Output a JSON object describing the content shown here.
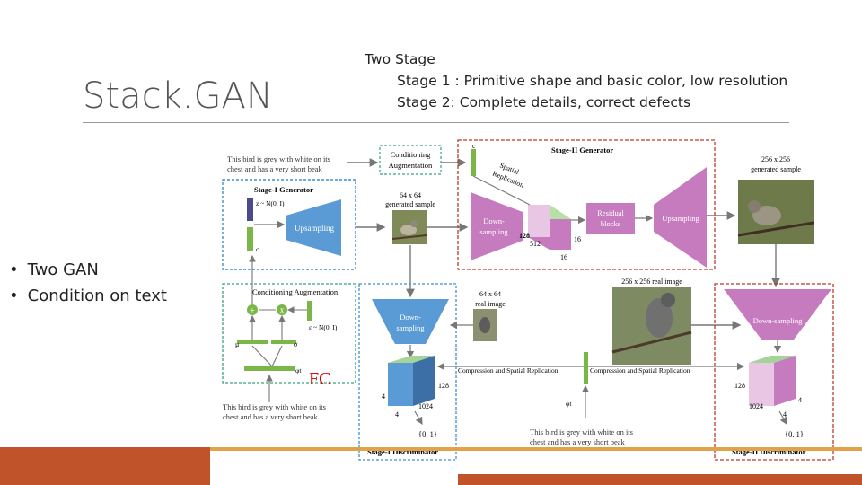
{
  "slide": {
    "title": "Stack.GAN",
    "description": [
      "Two Stage",
      "Stage 1 : Primitive shape and basic color, low resolution",
      "Stage 2: Complete details, correct defects"
    ],
    "bullets": [
      "Two GAN",
      "Condition on text"
    ],
    "fc_label": "FC"
  },
  "diagram": {
    "text_top": [
      "This bird is grey with white on its",
      "chest and has a very short beak"
    ],
    "text_bottom_left": [
      "This bird is grey with white on its",
      "chest and has a very short beak"
    ],
    "text_bottom_mid": [
      "This bird is grey with white on its",
      "chest and has a very short beak"
    ],
    "conditioning_box": [
      "Conditioning",
      "Augmentation"
    ],
    "stage1_generator": "Stage-I Generator",
    "z_label": "z ~ N(0, I)",
    "c_label_gen1": "c",
    "upsampling_1": "Upsampling",
    "conditioning_augmentation": "Conditioning Augmentation",
    "plus_symbol": "+",
    "times_symbol": "x",
    "epsilon_label": "ε ~ N(0, I)",
    "mu_label": "μ",
    "sigma_label": "σ",
    "phi_label_left": "φt",
    "phi_label_mid": "φt",
    "sample_64_label": [
      "64 x 64",
      "generated sample"
    ],
    "stage2_generator": "Stage-II Generator",
    "c_label_gen2": "c",
    "spatial_replication": [
      "Spatial",
      "Replication"
    ],
    "downsampling_2": [
      "Down-",
      "sampling"
    ],
    "cube_dims_gen2": [
      "128",
      "512",
      "16",
      "16"
    ],
    "residual_blocks": [
      "Residual",
      "blocks"
    ],
    "upsampling_2": "Upsampling",
    "sample_256_label": [
      "256 x 256",
      "generated sample"
    ],
    "real_64_label": [
      "64 x 64",
      "real image"
    ],
    "real_256_label": "256 x 256 real image",
    "downsampling_d1": [
      "Down-",
      "sampling"
    ],
    "compression_label_1": "Compression and Spatial Replication",
    "compression_label_2": "Compression and Spatial Replication",
    "cube_dims_d1": [
      "128",
      "4",
      "4",
      "1024"
    ],
    "output_d1": "{0, 1}",
    "stage1_discriminator": "Stage-I Discriminator",
    "downsampling_d2": "Down-sampling",
    "cube_dims_d2": [
      "128",
      "4",
      "4",
      "1024"
    ],
    "output_d2": "{0, 1}",
    "stage2_discriminator": "Stage-II Discriminator"
  },
  "colors": {
    "accent_orange": "#c0532a",
    "accent_gold": "#e2a24a",
    "generator_border": "#c0392b",
    "stage1_border": "#3b8fd4",
    "conditioning_border": "#3aa37a",
    "upsample_blue": "#5b9bd5",
    "upsample_magenta": "#c77bbf",
    "vector_green": "#7ab648",
    "fc_red": "#cc0000"
  }
}
